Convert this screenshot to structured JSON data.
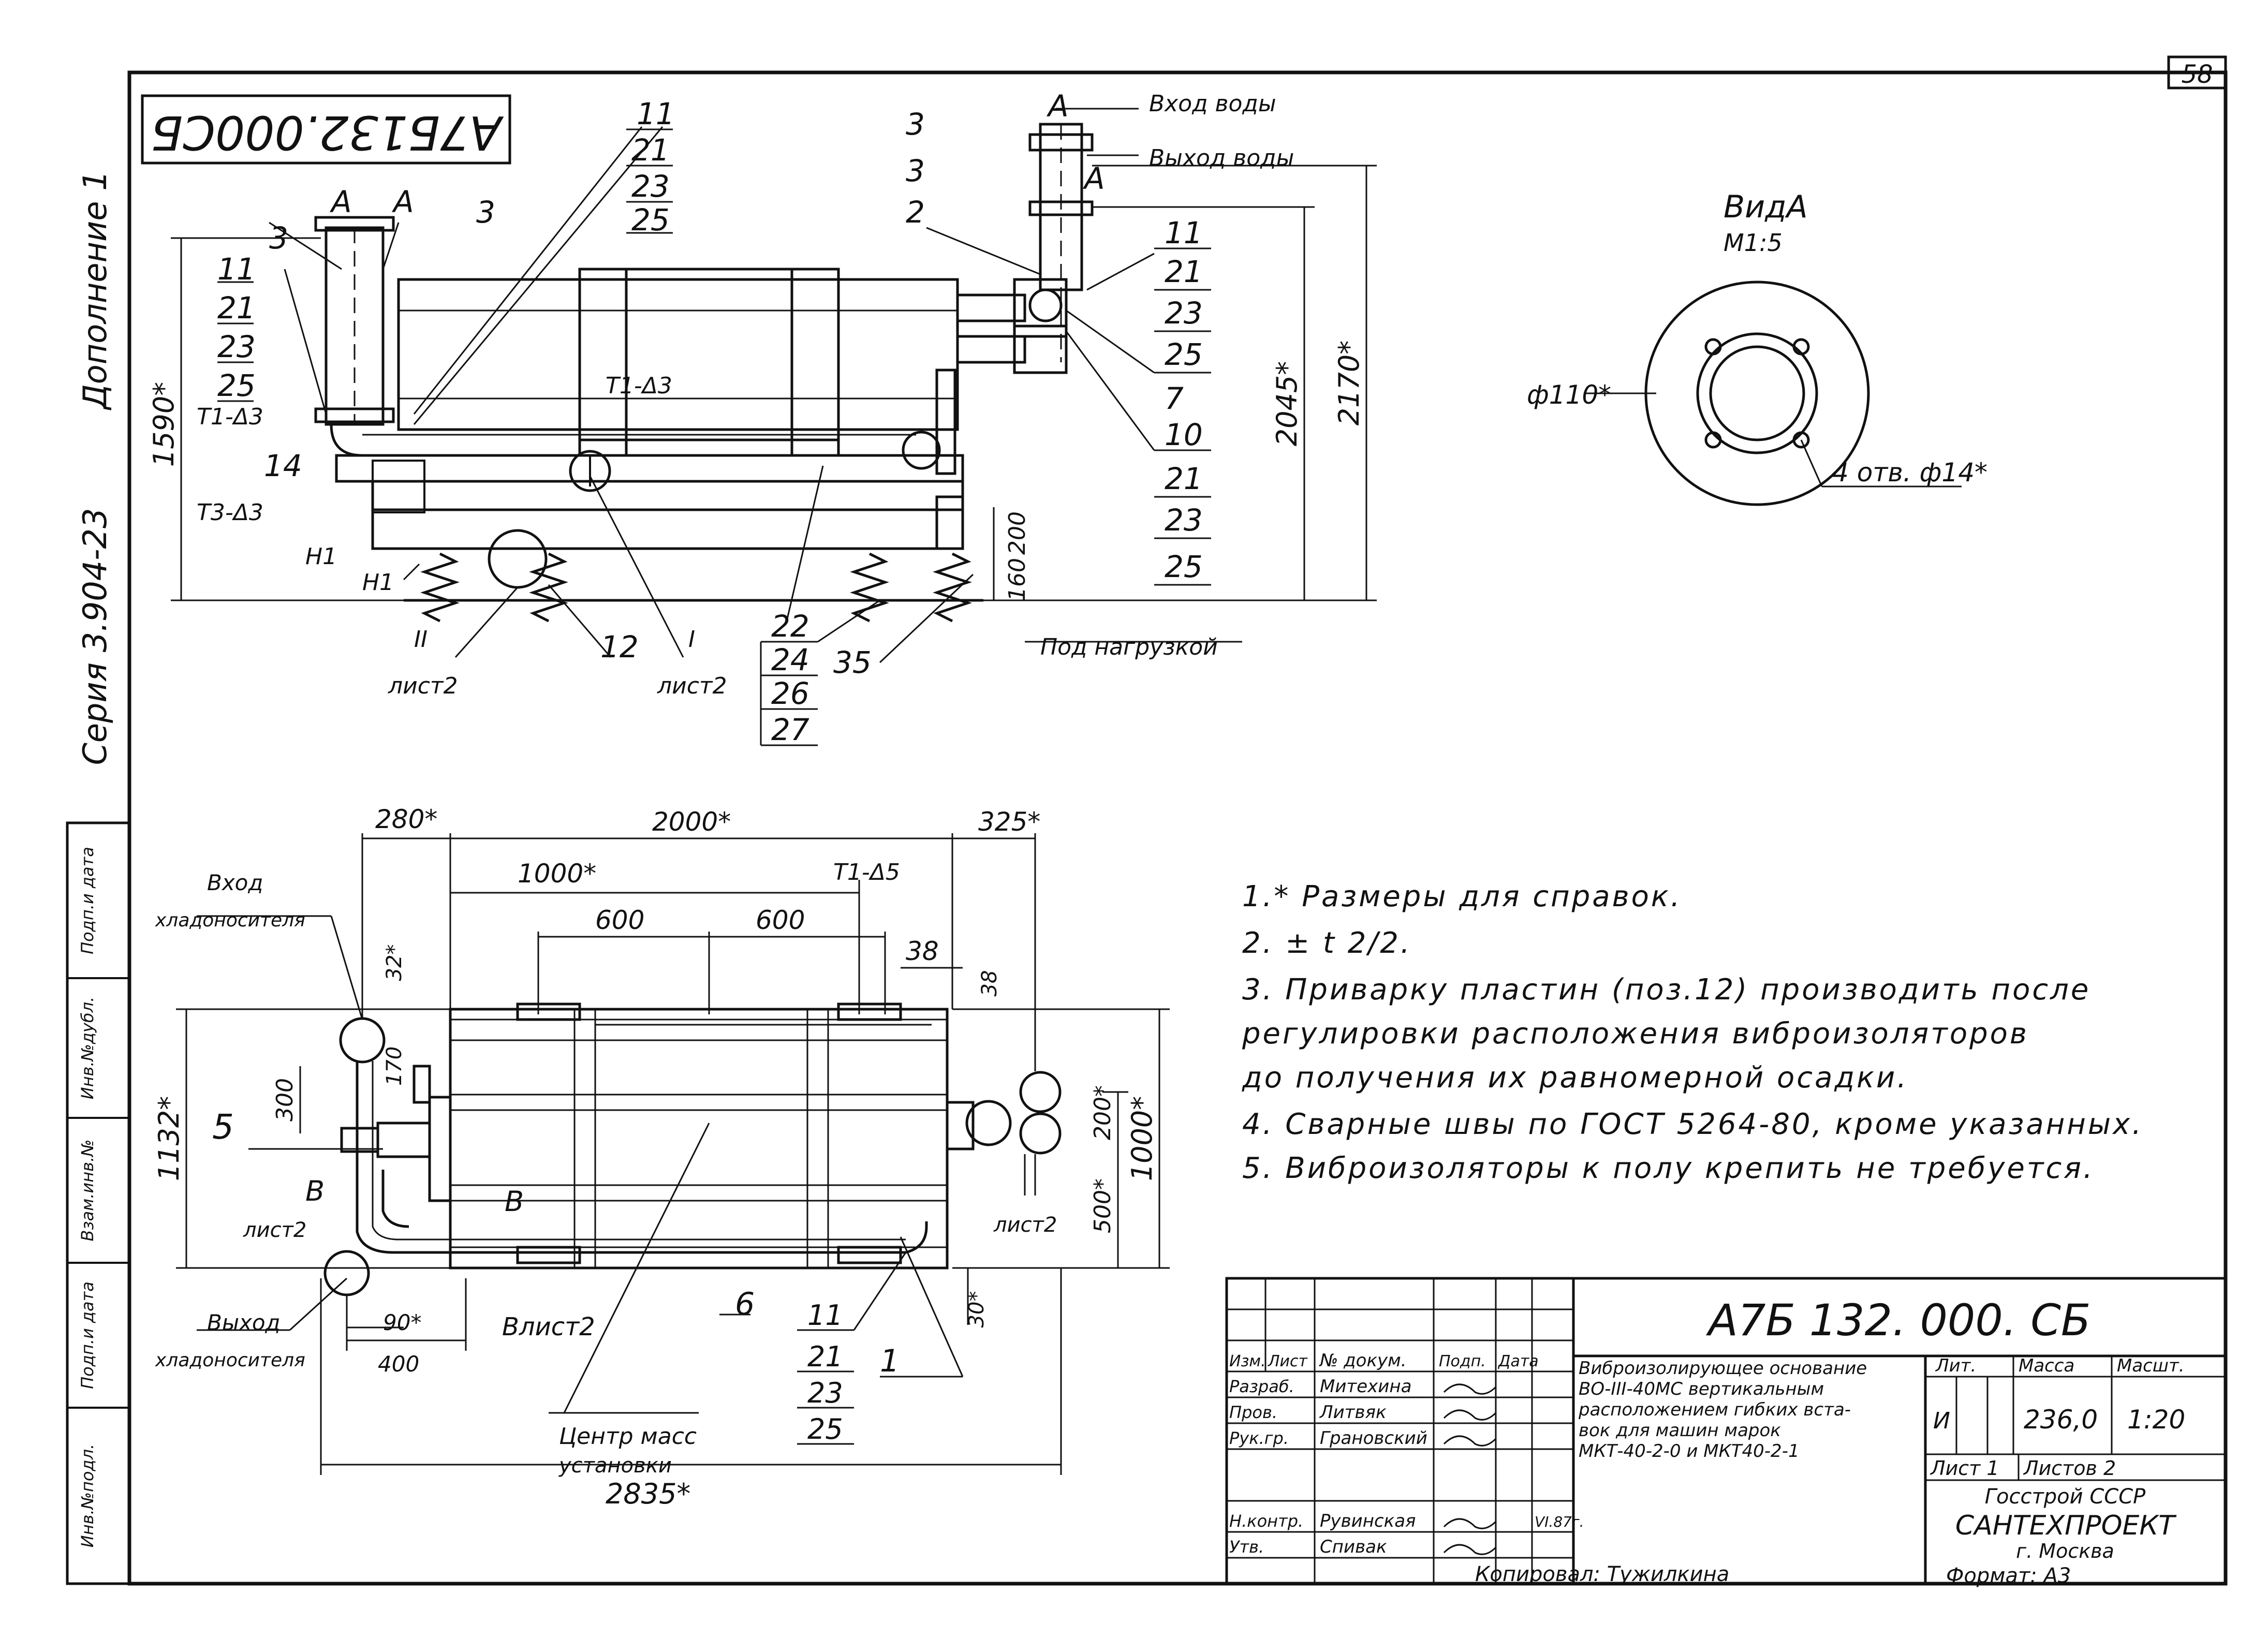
{
  "page_number": "58",
  "stamp_code": "А7Б132.000СБ",
  "side_series": "Серия 3.904-23",
  "side_addition": "Дополнение 1",
  "side_columns": [
    "Инв.№подл.",
    "Подп.и дата",
    "Взам.инв.№",
    "Инв.№дубл.",
    "Подп.и дата"
  ],
  "section_marks": {
    "a": "А",
    "b": "В"
  },
  "main_view": {
    "positions": [
      "11",
      "21",
      "23",
      "25",
      "3",
      "3",
      "2",
      "7",
      "10",
      "21",
      "23",
      "25",
      "11",
      "21",
      "23",
      "25",
      "14",
      "12",
      "35",
      "22",
      "24",
      "26",
      "27"
    ],
    "weld_marks": [
      "Т1-Δ3",
      "Т1-Δ3",
      "Т3-Δ3"
    ],
    "h_marks": [
      "Н1",
      "Н1"
    ],
    "dims": [
      "1590*",
      "2045*",
      "2170*",
      "200",
      "160"
    ],
    "callouts": [
      "Вход воды",
      "Выход воды",
      "Под нагрузкой"
    ],
    "detail_refs": [
      {
        "id": "II",
        "sheet": "лист2"
      },
      {
        "id": "I",
        "sheet": "лист2"
      }
    ]
  },
  "view_a": {
    "title": "ВидА",
    "scale": "М1:5",
    "dim_dia": "ф110*",
    "holes": "4 отв. ф14*"
  },
  "plan_view": {
    "dims": [
      "280*",
      "2000*",
      "325*",
      "1000*",
      "600",
      "600",
      "38",
      "38",
      "32*",
      "170",
      "300",
      "1132*",
      "200*",
      "1000*",
      "500*",
      "90*",
      "400",
      "30*",
      "2835*"
    ],
    "weld": "Т1-Δ5",
    "positions": [
      "5",
      "6",
      "1",
      "11",
      "21",
      "23",
      "25"
    ],
    "callouts": [
      "Вход",
      "хладоносителя",
      "Выход",
      "хладоносителя",
      "Центр масс",
      "установки"
    ],
    "sheet_refs": [
      "лист2",
      "лист2",
      "Влист2"
    ]
  },
  "notes": [
    "1.* Размеры для справок.",
    "2. ± t 2/2.",
    "3. Приварку пластин (поз.12) производить после",
    "регулировки расположения виброизоляторов",
    "до получения их равномерной осадки.",
    "4. Сварные швы по ГОСТ 5264-80, кроме указанных.",
    "5. Виброизоляторы к полу крепить не требуется."
  ],
  "title_block": {
    "designation": "А7Б 132. 000. СБ",
    "title_lines": [
      "Виброизолирующее основание",
      "ВО-III-40МС вертикальным",
      "расположением гибких вста-",
      "вок для машин марок",
      "МКТ-40-2-0 и МКТ40-2-1"
    ],
    "header": [
      "Изм.",
      "Лист",
      "№ докум.",
      "Подп.",
      "Дата"
    ],
    "roles": [
      {
        "role": "Разраб.",
        "name": "Митехина"
      },
      {
        "role": "Пров.",
        "name": "Литвяк"
      },
      {
        "role": "Рук.гр.",
        "name": "Грановский"
      },
      {
        "role": "Н.контр.",
        "name": "Рувинская"
      },
      {
        "role": "Утв.",
        "name": "Спивак"
      }
    ],
    "date": "VI.87г.",
    "lit_label": "Лит.",
    "lit_value": "И",
    "mass_label": "Масса",
    "mass_value": "236,0",
    "scale_label": "Масшт.",
    "scale_value": "1:20",
    "sheet_label": "Лист 1",
    "sheets_label": "Листов 2",
    "org_lines": [
      "Госстрой СССР",
      "САНТЕХПРОЕКТ",
      "г. Москва"
    ],
    "copied": "Копировал: Тужилкина",
    "format": "Формат: А3"
  }
}
